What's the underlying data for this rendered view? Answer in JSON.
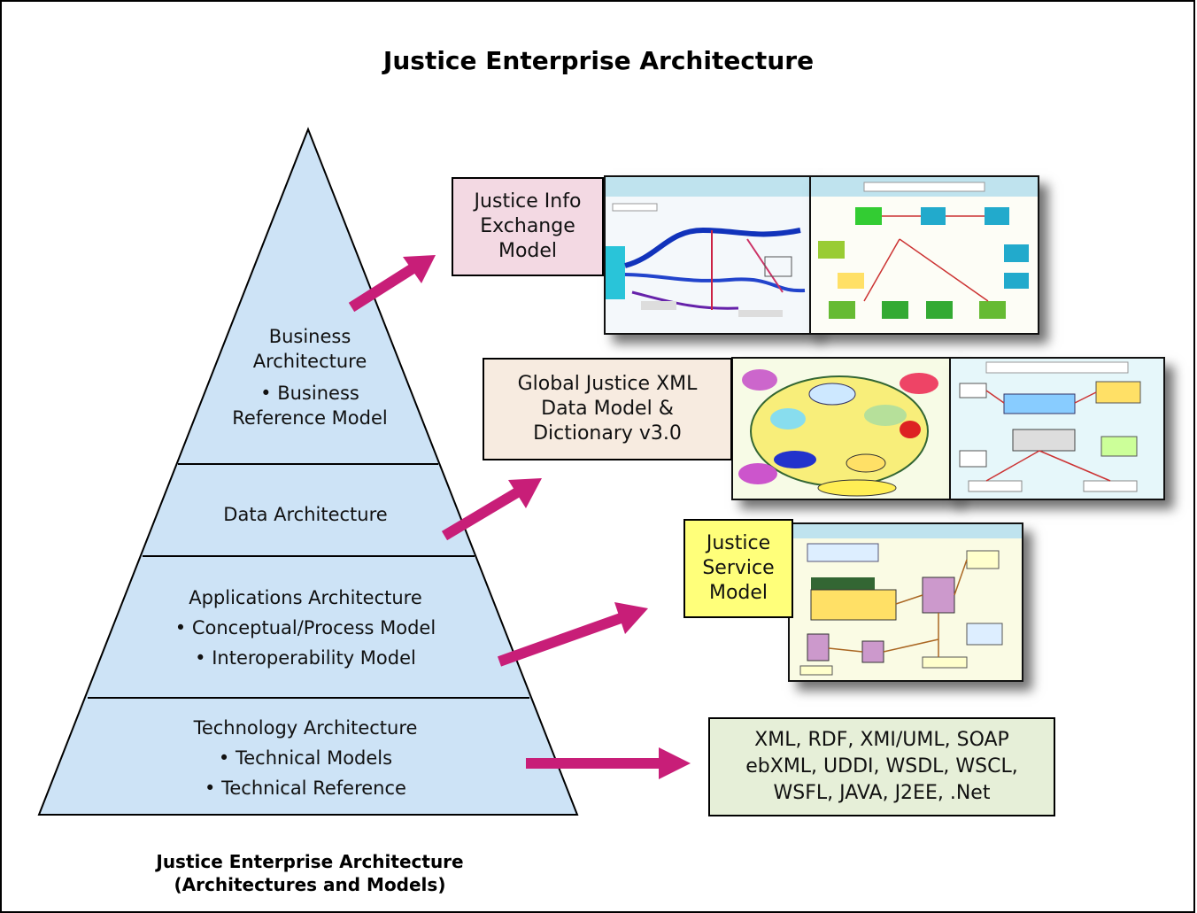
{
  "title": "Justice Enterprise Architecture",
  "caption": {
    "line1": "Justice Enterprise Architecture",
    "line2": "(Architectures and Models)"
  },
  "pyramid": {
    "fill": "#cde3f6",
    "layers": [
      {
        "heading": "Business",
        "heading2": "Architecture",
        "items": [
          "• Business",
          "Reference Model"
        ]
      },
      {
        "heading": "Data Architecture",
        "items": []
      },
      {
        "heading": "Applications Architecture",
        "items": [
          "• Conceptual/Process Model",
          "• Interoperability Model"
        ]
      },
      {
        "heading": "Technology Architecture",
        "items": [
          "• Technical Models",
          "• Technical Reference"
        ]
      }
    ]
  },
  "boxes": [
    {
      "lines": [
        "Justice Info",
        "Exchange",
        "Model"
      ],
      "color": "#f3d9e3"
    },
    {
      "lines": [
        "Global Justice XML",
        "Data Model &",
        "Dictionary v3.0"
      ],
      "color": "#f7ebe0"
    },
    {
      "lines": [
        "Justice",
        "Service",
        "Model"
      ],
      "color": "#ffff7a"
    },
    {
      "lines": [
        "XML, RDF, XMI/UML, SOAP",
        "ebXML, UDDI, WSDL, WSCL,",
        "WSFL, JAVA, J2EE, .Net"
      ],
      "color": "#e6efd8"
    }
  ],
  "arrow_color": "#c81e78",
  "icons": {
    "arrow": "arrow-icon"
  }
}
